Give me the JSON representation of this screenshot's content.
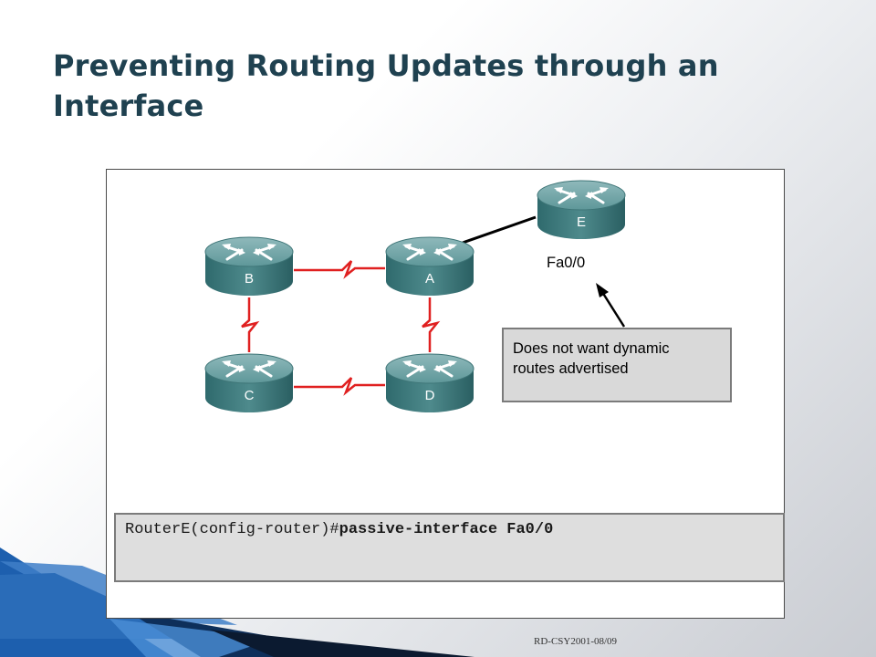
{
  "slide": {
    "title": "Preventing Routing Updates through an Interface",
    "footer": "RD-CSY2001-08/09"
  },
  "diagram": {
    "routers": [
      "E",
      "A",
      "B",
      "C",
      "D"
    ],
    "interface_label": "Fa0/0",
    "callout": {
      "line1": "Does not want dynamic",
      "line2": "routes advertised"
    },
    "command": {
      "prompt": "RouterE(config-router)#",
      "keyword": "passive-interface Fa0/0"
    }
  },
  "colors": {
    "title": "#1f4150",
    "router_body": "#3f7f82",
    "serial_link": "#e02020",
    "ethernet_link": "#000000",
    "accent_blue": "#1f5faa"
  }
}
